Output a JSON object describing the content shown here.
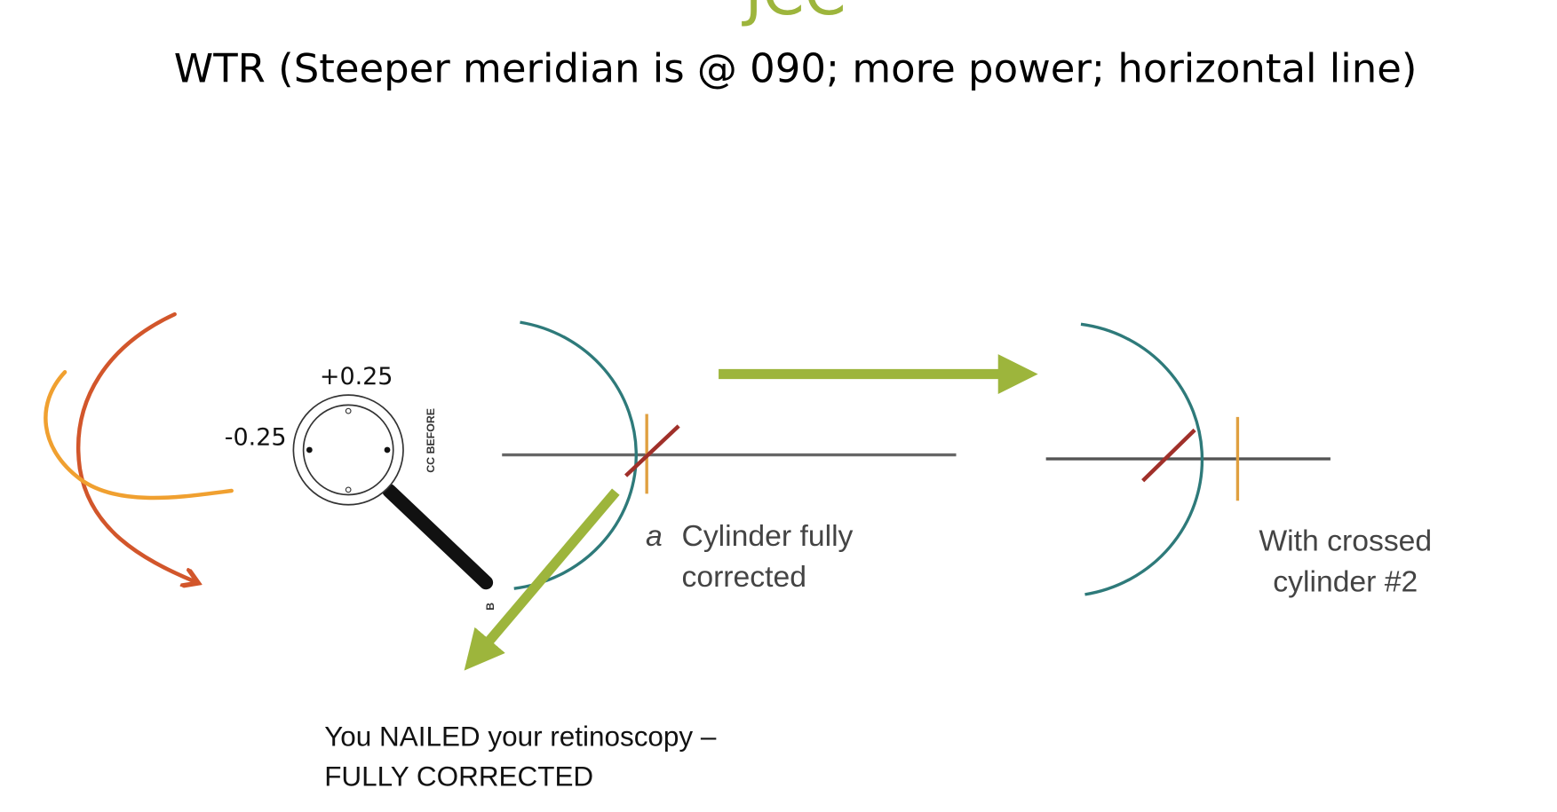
{
  "heading": "JCC",
  "title": "WTR (Steeper meridian is @ 090; more power; horizontal line)",
  "colors": {
    "accent_green": "#9DB53C",
    "teal_arc": "#2E7A7A",
    "red_line": "#A0302A",
    "yellow_line": "#E0A040",
    "orange_curve": "#D2562B",
    "amber_curve": "#F0A030"
  },
  "magnifier": {
    "plus_label": "+0.25",
    "minus_label": "-0.25",
    "side_label": "CC BEFORE",
    "handle_label": "B"
  },
  "diagram_a": {
    "letter": "a",
    "caption_line1": "Cylinder fully",
    "caption_line2": "corrected"
  },
  "diagram_b": {
    "caption_line1": "With crossed",
    "caption_line2": "cylinder #2"
  },
  "note": {
    "line1": "You NAILED your retinoscopy –",
    "line2": "FULLY CORRECTED"
  }
}
